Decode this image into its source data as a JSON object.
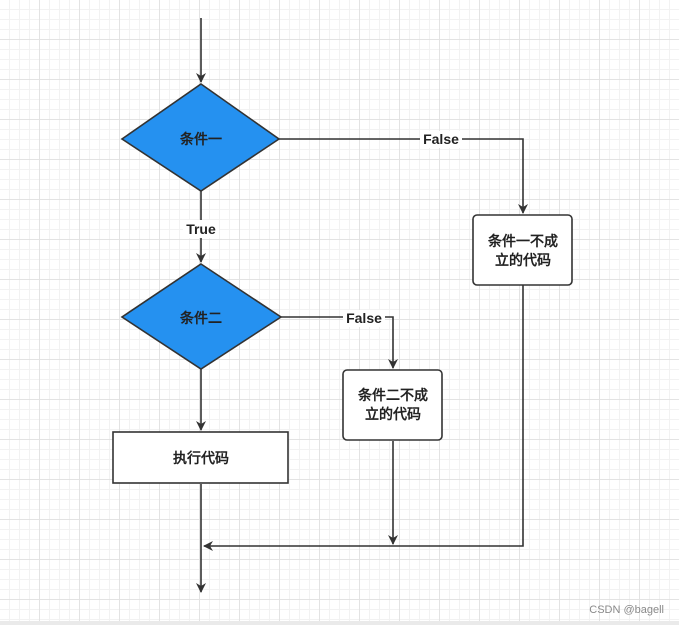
{
  "colors": {
    "decision_fill": "#2591f0",
    "stroke": "#333333",
    "box_fill": "#ffffff",
    "text": "#222222"
  },
  "nodes": {
    "condition_one": "条件一",
    "condition_two": "条件二",
    "not_met_one_line1": "条件一不成",
    "not_met_one_line2": "立的代码",
    "not_met_two_line1": "条件二不成",
    "not_met_two_line2": "立的代码",
    "execute": "执行代码"
  },
  "edges": {
    "true_label": "True",
    "false_label_one": "False",
    "false_label_two": "False"
  },
  "watermark": "CSDN @bagell"
}
